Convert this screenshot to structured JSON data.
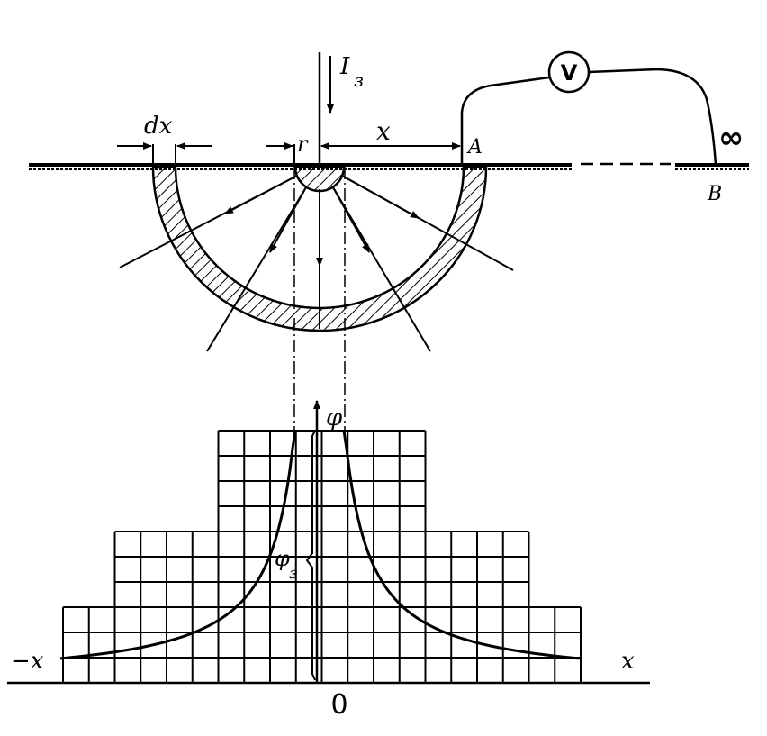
{
  "labels": {
    "current": "I",
    "current_sub": "з",
    "dx": "dx",
    "r": "r",
    "x_distance": "x",
    "point_a": "A",
    "point_b": "B",
    "infinity": "∞",
    "voltmeter": "V",
    "phi_axis": "φ",
    "phi_ground": "φ",
    "phi_ground_sub": "з",
    "neg_x": "−x",
    "pos_x": "x",
    "origin": "0"
  }
}
